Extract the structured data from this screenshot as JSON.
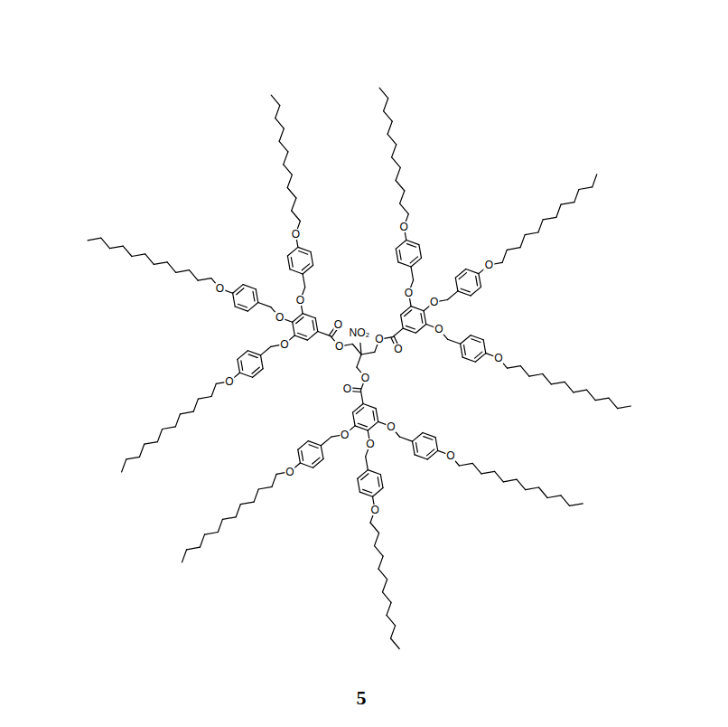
{
  "diagram": {
    "labels": [
      "NO₂",
      "O",
      "O",
      "O",
      "O",
      "O",
      "O",
      "O",
      "O",
      "O",
      "O",
      "O",
      "O",
      "O",
      "O",
      "O",
      "O",
      "O",
      "O",
      "O",
      "O",
      "O",
      "O",
      "O",
      "O",
      "5"
    ]
  }
}
